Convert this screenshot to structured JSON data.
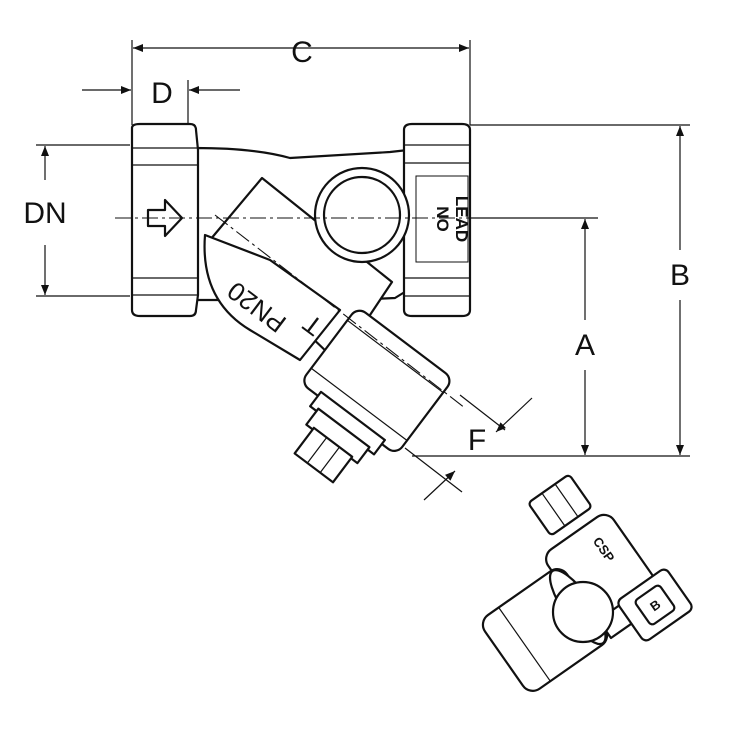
{
  "dimensions": {
    "a": "A",
    "b": "B",
    "c": "C",
    "d": "D",
    "dn": "DN",
    "f": "F"
  },
  "body_markings": {
    "pressure": "PN20",
    "t_mark": "T",
    "no": "NO",
    "lead": "LEAD"
  },
  "thumbnail_markings": {
    "cap_text": "CSP",
    "logo_text": "B"
  }
}
